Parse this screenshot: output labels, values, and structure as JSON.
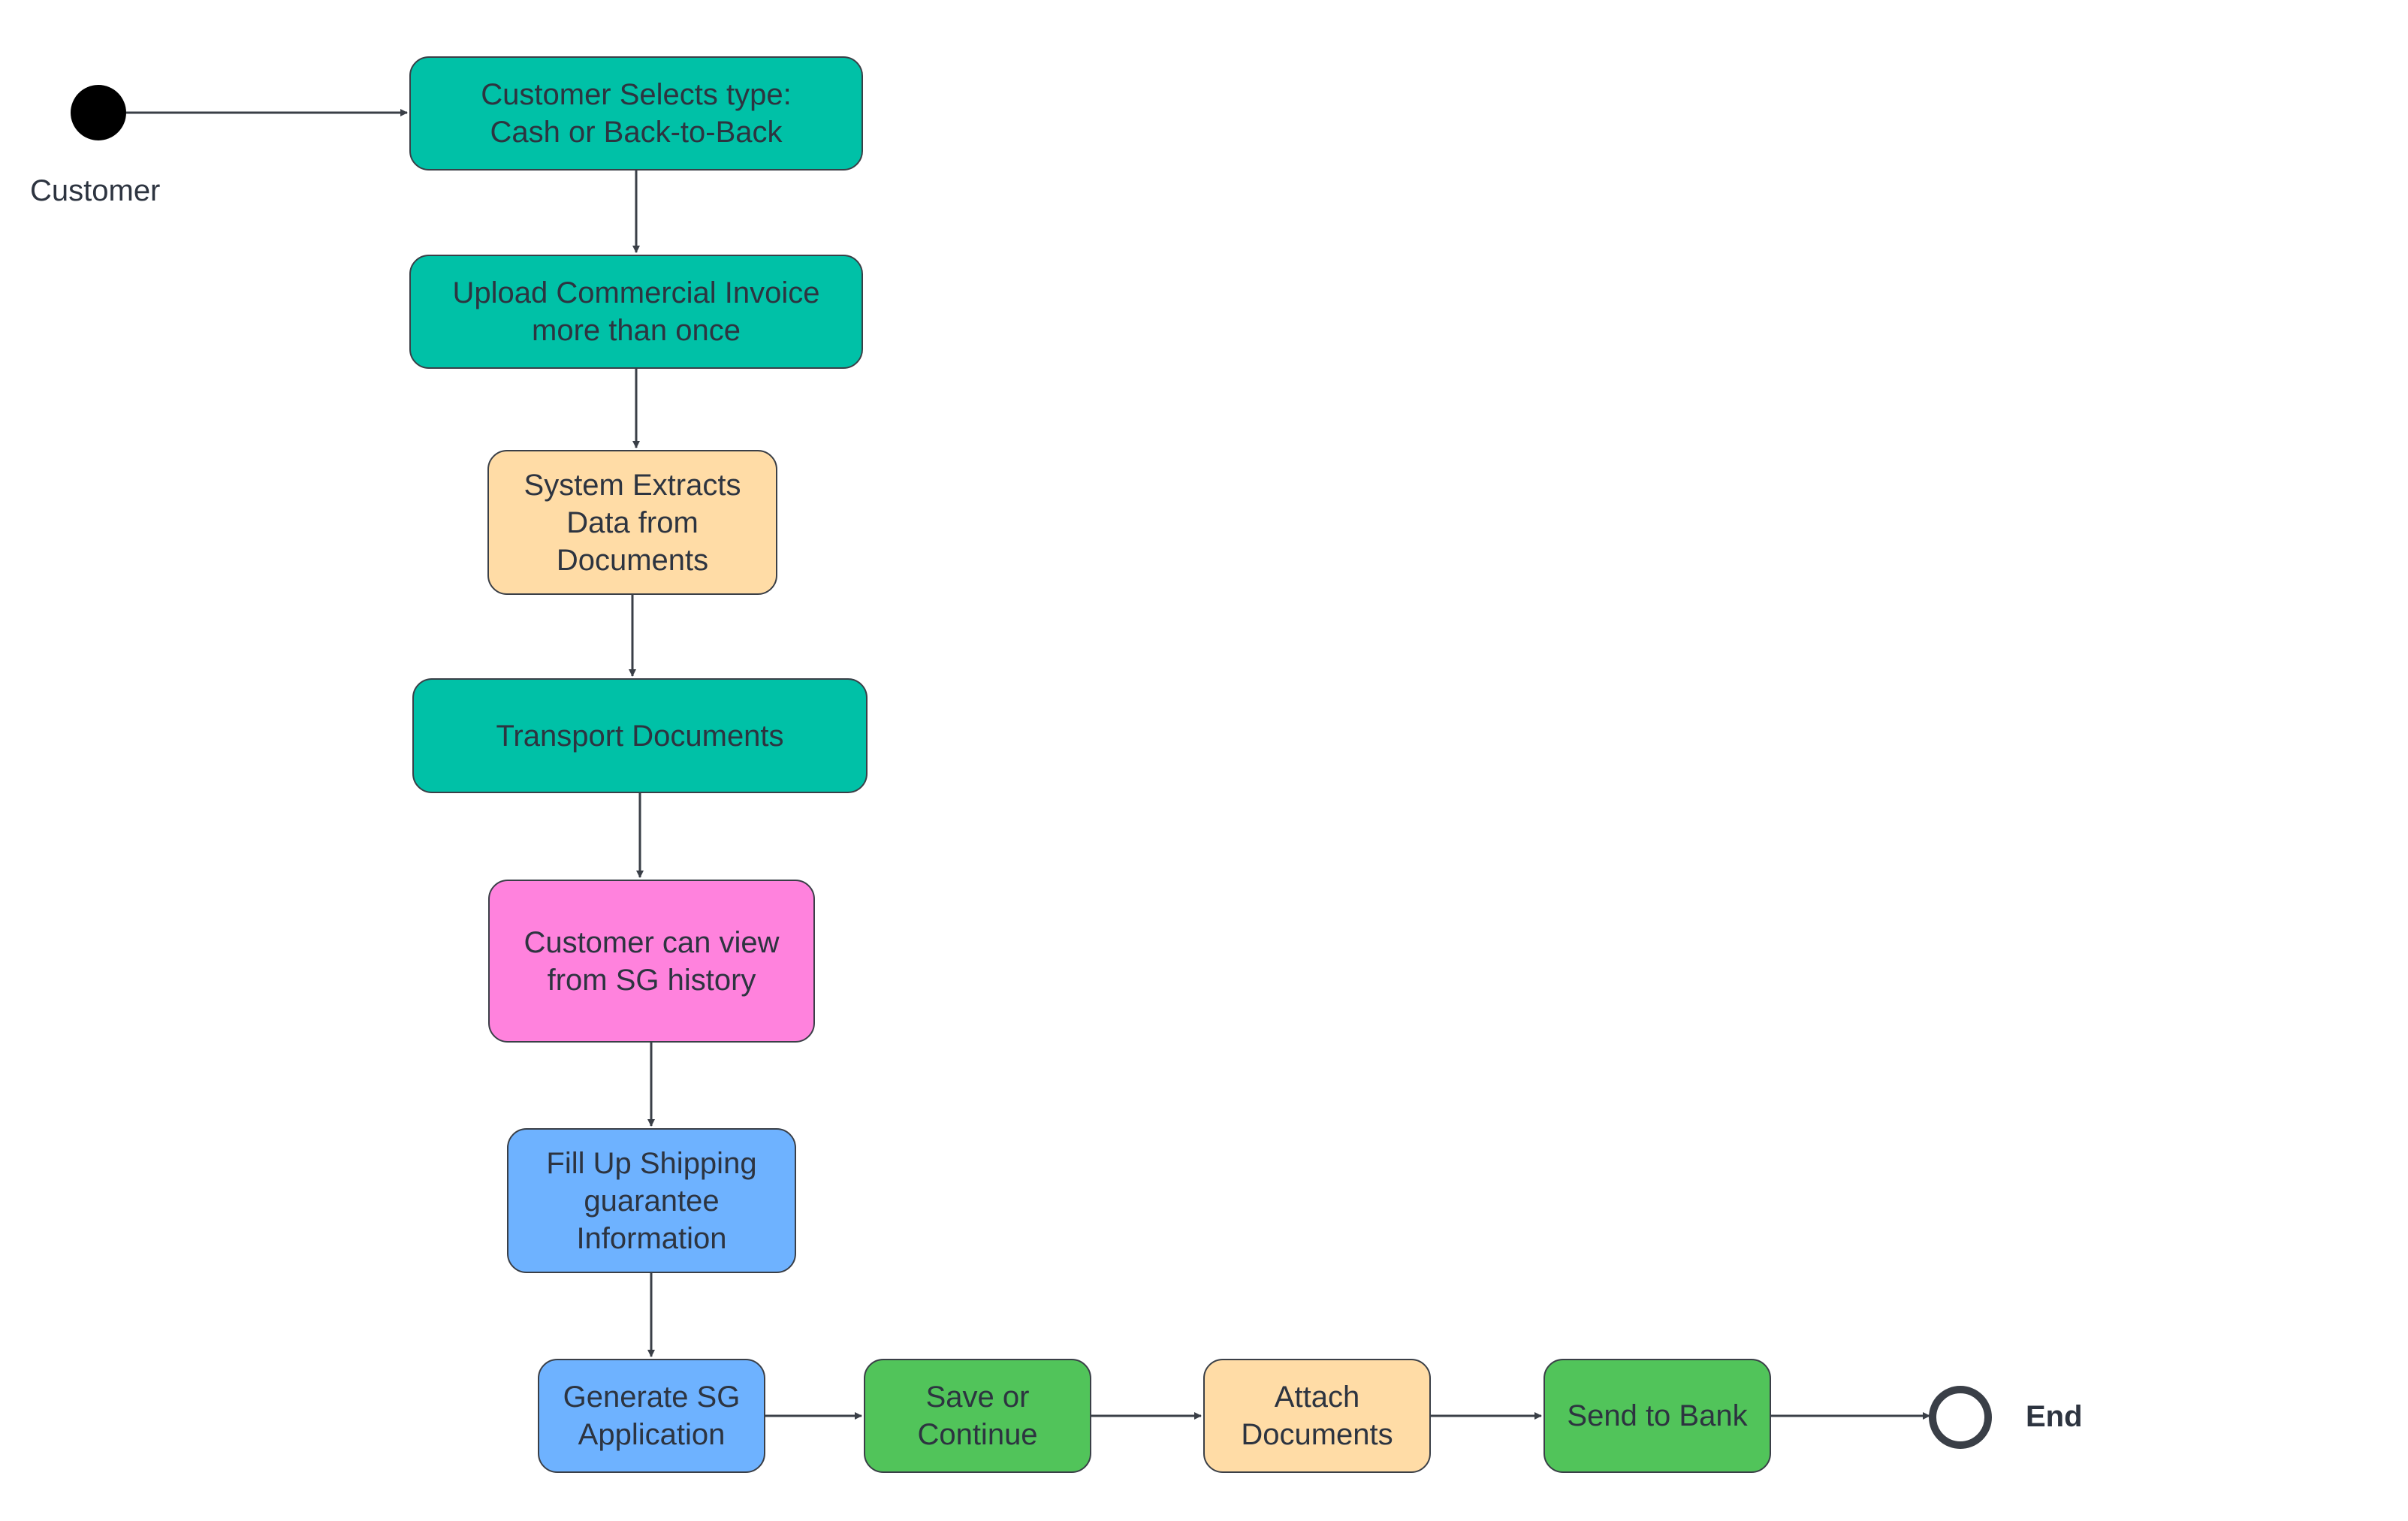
{
  "diagram": {
    "start_label": "Customer",
    "end_label": "End",
    "nodes": [
      {
        "id": "n1",
        "text": "Customer Selects type:\nCash or Back-to-Back",
        "color": "#00c1a7"
      },
      {
        "id": "n2",
        "text": "Upload Commercial Invoice\nmore than once",
        "color": "#00c1a7"
      },
      {
        "id": "n3",
        "text": "System Extracts\nData from\nDocuments",
        "color": "#ffdca6"
      },
      {
        "id": "n4",
        "text": "Transport Documents",
        "color": "#00c1a7"
      },
      {
        "id": "n5",
        "text": "Customer can view\nfrom SG history",
        "color": "#ff82dd"
      },
      {
        "id": "n6",
        "text": "Fill Up Shipping\nguarantee\nInformation",
        "color": "#6eb2ff"
      },
      {
        "id": "n7",
        "text": "Generate SG\nApplication",
        "color": "#6eb2ff"
      },
      {
        "id": "n8",
        "text": "Save or\nContinue",
        "color": "#51c45a"
      },
      {
        "id": "n9",
        "text": "Attach\nDocuments",
        "color": "#ffdca6"
      },
      {
        "id": "n10",
        "text": "Send to Bank",
        "color": "#51c45a"
      }
    ],
    "edges": [
      [
        "start",
        "n1"
      ],
      [
        "n1",
        "n2"
      ],
      [
        "n2",
        "n3"
      ],
      [
        "n3",
        "n4"
      ],
      [
        "n4",
        "n5"
      ],
      [
        "n5",
        "n6"
      ],
      [
        "n6",
        "n7"
      ],
      [
        "n7",
        "n8"
      ],
      [
        "n8",
        "n9"
      ],
      [
        "n9",
        "n10"
      ],
      [
        "n10",
        "end"
      ]
    ]
  }
}
